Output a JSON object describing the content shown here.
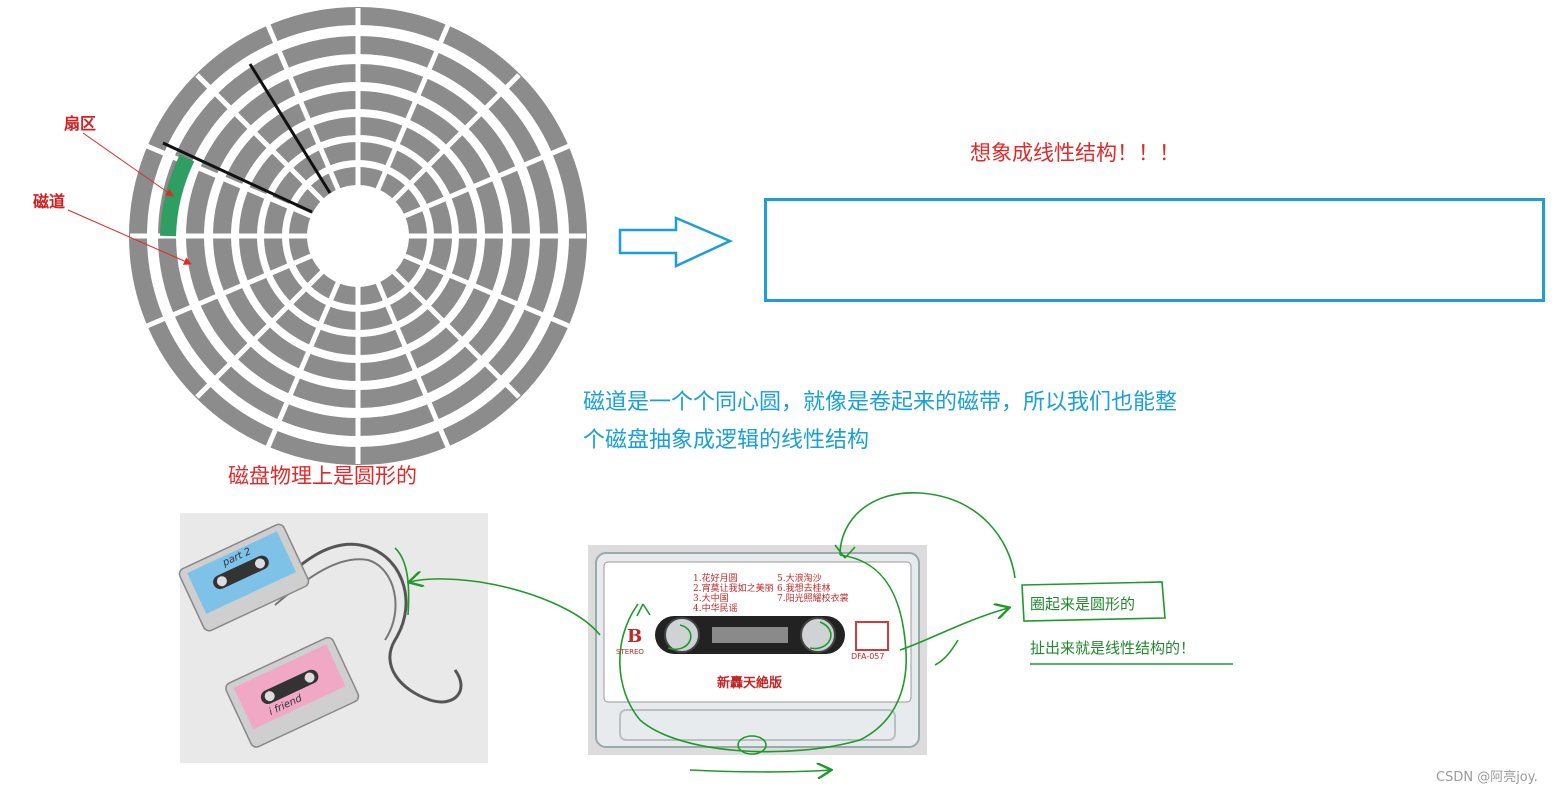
{
  "labels": {
    "sector": "扇区",
    "track": "磁道",
    "disk_caption": "磁盘物理上是圆形的",
    "linear_title": "想象成线性结构！！！",
    "explain_line1": "磁道是一个个同心圆，就像是卷起来的磁带，所以我们也能整",
    "explain_line2": "个磁盘抽象成逻辑的线性结构",
    "note_circle": "圈起来是圆形的",
    "note_linear": "扯出来就是线性结构的！"
  },
  "cassette_right": {
    "tracks": [
      "1.花好月圆",
      "2.宵莫让我如之美丽",
      "3.大中国",
      "4.中华民谣",
      "5.大浪淘沙",
      "6.我想去桂林",
      "7.阳光照耀校衣裳"
    ],
    "side_letter": "B",
    "stereo": "STEREO",
    "album": "新轟天絶版",
    "code": "DFA-057"
  },
  "cassette_left": {
    "label_top": "part 2",
    "label_bottom": "i friend"
  },
  "watermark": "CSDN @阿亮joy.",
  "colors": {
    "disk_gray": "#8c8c8c",
    "sector_green": "#2e9e63",
    "accent_blue": "#1e9ed8",
    "annotation_green": "#1f9a2a",
    "label_red": "#e02a2a"
  }
}
